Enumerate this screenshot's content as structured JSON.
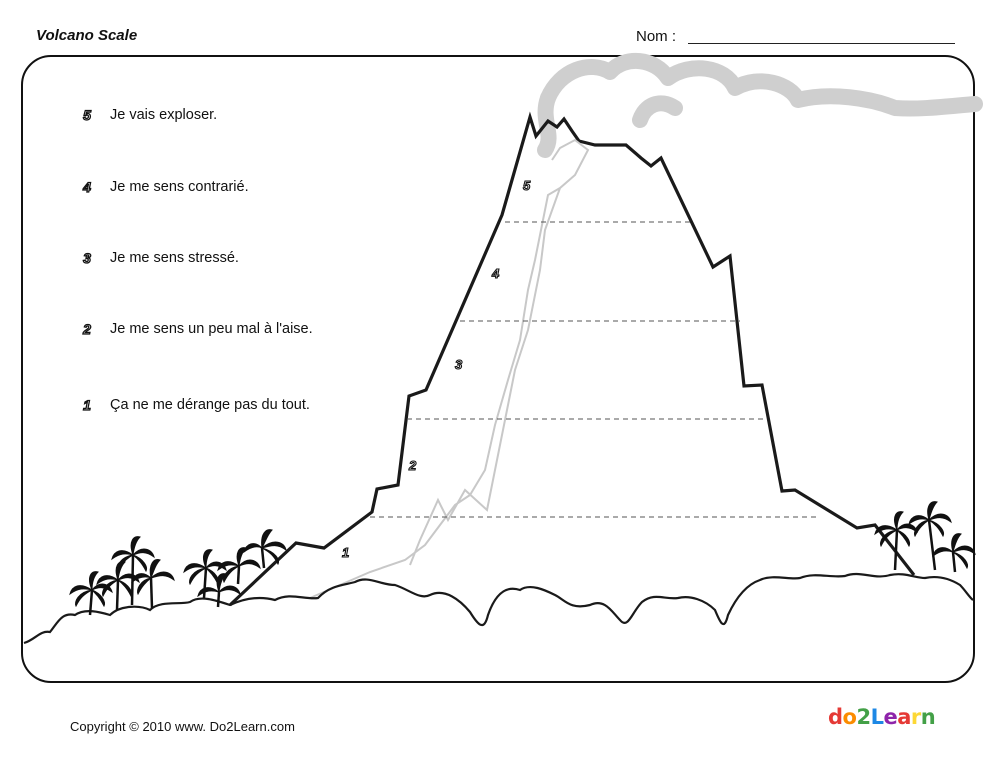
{
  "header": {
    "title": "Volcano Scale",
    "name_label": "Nom :"
  },
  "scale": [
    {
      "number": "5",
      "text": "Je vais exploser."
    },
    {
      "number": "4",
      "text": "Je me sens contrarié."
    },
    {
      "number": "3",
      "text": "Je me sens stressé."
    },
    {
      "number": "2",
      "text": "Je me sens un peu mal à l'aise."
    },
    {
      "number": "1",
      "text": "Ça ne me dérange pas du tout."
    }
  ],
  "volcano_marks": [
    "1",
    "2",
    "3",
    "4",
    "5"
  ],
  "footer": {
    "copyright": "Copyright © 2010 www. Do2Learn.com",
    "logo_letters": [
      "d",
      "o",
      "2",
      "L",
      "e",
      "a",
      "r",
      "n"
    ],
    "logo_colors": [
      "#e53935",
      "#fb8c00",
      "#43a047",
      "#1e88e5",
      "#8e24aa",
      "#e53935",
      "#fdd835",
      "#43a047"
    ]
  }
}
